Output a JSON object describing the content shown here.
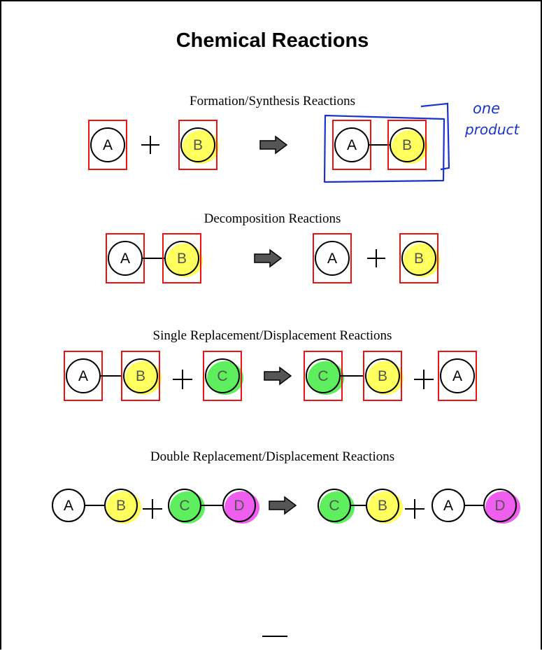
{
  "title": "Chemical Reactions",
  "reactions": [
    {
      "name": "Formation/Synthesis  Reactions",
      "reactants": [
        [
          "A"
        ],
        [
          "B"
        ]
      ],
      "products": [
        [
          "A",
          "B"
        ]
      ]
    },
    {
      "name": "Decomposition Reactions",
      "reactants": [
        [
          "A",
          "B"
        ]
      ],
      "products": [
        [
          "A"
        ],
        [
          "B"
        ]
      ]
    },
    {
      "name": "Single Replacement/Displacement Reactions",
      "reactants": [
        [
          "A",
          "B"
        ],
        [
          "C"
        ]
      ],
      "products": [
        [
          "C",
          "B"
        ],
        [
          "A"
        ]
      ]
    },
    {
      "name": "Double Replacement/Displacement Reactions",
      "reactants": [
        [
          "A",
          "B"
        ],
        [
          "C",
          "D"
        ]
      ],
      "products": [
        [
          "C",
          "B"
        ],
        [
          "A",
          "D"
        ]
      ]
    }
  ],
  "annotation": {
    "line1": "one",
    "line2": "product"
  },
  "colors": {
    "A": "#ffffff",
    "B": "#ffff55",
    "C": "#55ee55",
    "D": "#ee55ee",
    "highlight_box": "#ee1111",
    "ink": "#1a33cc",
    "arrow": "#555555"
  }
}
